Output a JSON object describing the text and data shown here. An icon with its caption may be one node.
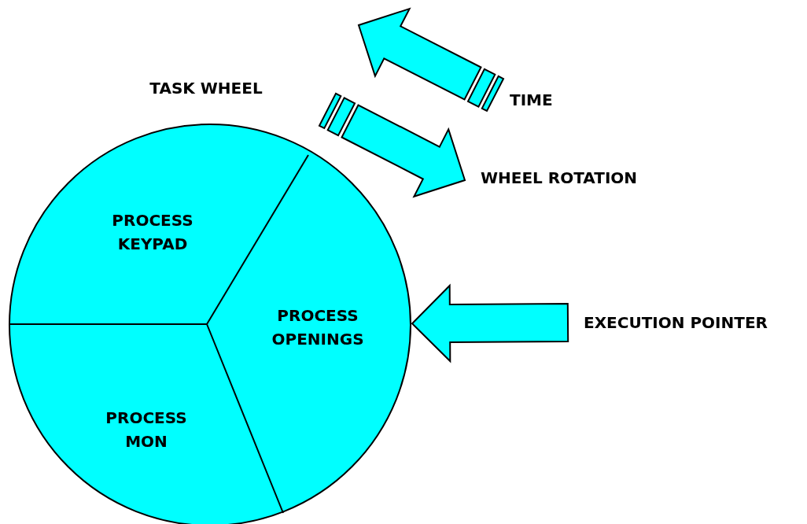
{
  "diagram": {
    "nodes": [
      {
        "text": [
          "TASK WHEEL"
        ]
      },
      {
        "text": [
          "PROCESS KEYPAD"
        ],
        "in": 0
      },
      {
        "text": [
          "PROCESS OPENINGS"
        ],
        "in": 0
      },
      {
        "text": [
          "PROCESS MON"
        ],
        "in": 0
      },
      {
        "text": [
          "EXECUTION POINTER"
        ]
      }
    ],
    "edges": [
      {
        "from": 4,
        "to": 0,
        "arrow": "to",
        "style": "thick"
      }
    ],
    "labels": [
      "TIME",
      "WHEEL ROTATION"
    ]
  }
}
